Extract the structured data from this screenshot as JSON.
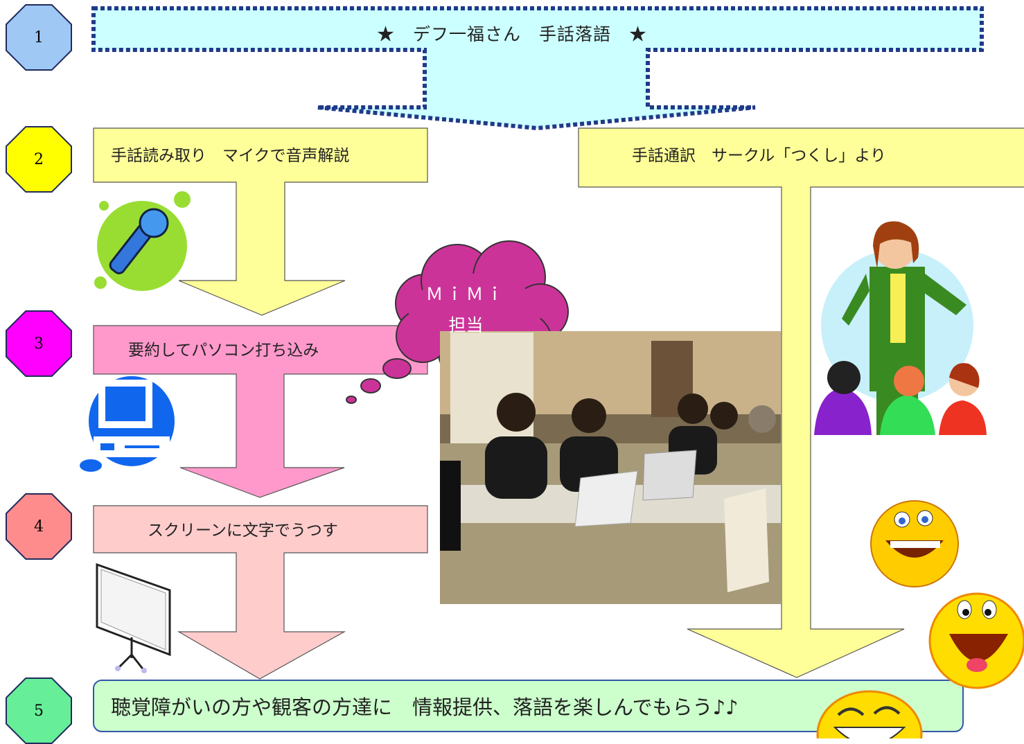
{
  "title": "★　デフ一福さん　手話落語　★",
  "steps": [
    {
      "num": "1",
      "color": "#9fc8f5"
    },
    {
      "num": "2",
      "color": "#ffff00"
    },
    {
      "num": "3",
      "color": "#ff00ff"
    },
    {
      "num": "4",
      "color": "#ff8c8c"
    },
    {
      "num": "5",
      "color": "#66ee99"
    }
  ],
  "boxes": {
    "reading": "手話読み取り　マイクで音声解説",
    "interp": "手話通訳　サークル「つくし」より",
    "typing": "要約してパソコン打ち込み",
    "screen": "スクリーンに文字でうつす",
    "final": "聴覚障がいの方や観客の方達に　情報提供、落語を楽しんでもらう♪♪"
  },
  "cloud": {
    "line1": "ＭｉＭｉ",
    "line2": "担当"
  },
  "colors": {
    "yellow": "#ffff99",
    "pink": "#ff99cc",
    "lightpink": "#ffcccc",
    "cyan": "#ccffff",
    "green": "#ccffcc",
    "magenta": "#cc3399",
    "navy": "#1f2a5c"
  }
}
